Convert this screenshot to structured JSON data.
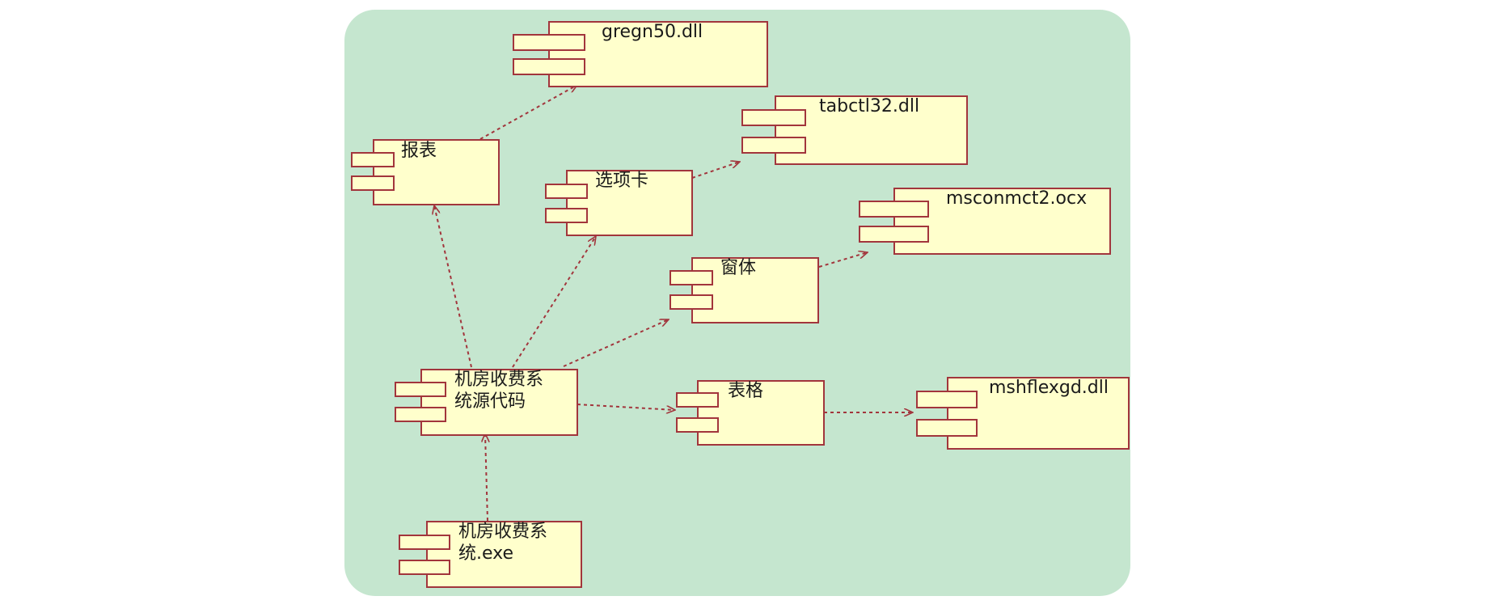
{
  "diagram": {
    "components": [
      {
        "id": "gregn50",
        "label": "gregn50.dll"
      },
      {
        "id": "tabctl32",
        "label": "tabctl32.dll"
      },
      {
        "id": "report",
        "label": "报表"
      },
      {
        "id": "tab",
        "label": "选项卡"
      },
      {
        "id": "msconmct2",
        "label": "msconmct2.ocx"
      },
      {
        "id": "form",
        "label": "窗体"
      },
      {
        "id": "source",
        "label": "机房收费系\n统源代码"
      },
      {
        "id": "grid",
        "label": "表格"
      },
      {
        "id": "mshflexgd",
        "label": "mshflexgd.dll"
      },
      {
        "id": "exe",
        "label": "机房收费系\n统.exe"
      }
    ],
    "dependencies": [
      {
        "from": "report",
        "to": "gregn50"
      },
      {
        "from": "tab",
        "to": "tabctl32"
      },
      {
        "from": "form",
        "to": "msconmct2"
      },
      {
        "from": "source",
        "to": "report"
      },
      {
        "from": "source",
        "to": "tab"
      },
      {
        "from": "source",
        "to": "form"
      },
      {
        "from": "source",
        "to": "grid"
      },
      {
        "from": "grid",
        "to": "mshflexgd"
      },
      {
        "from": "exe",
        "to": "source"
      }
    ],
    "colors": {
      "background": "#c5e6cf",
      "component_fill": "#ffffcc",
      "component_border": "#a2353c",
      "arrow": "#a2353c"
    }
  }
}
